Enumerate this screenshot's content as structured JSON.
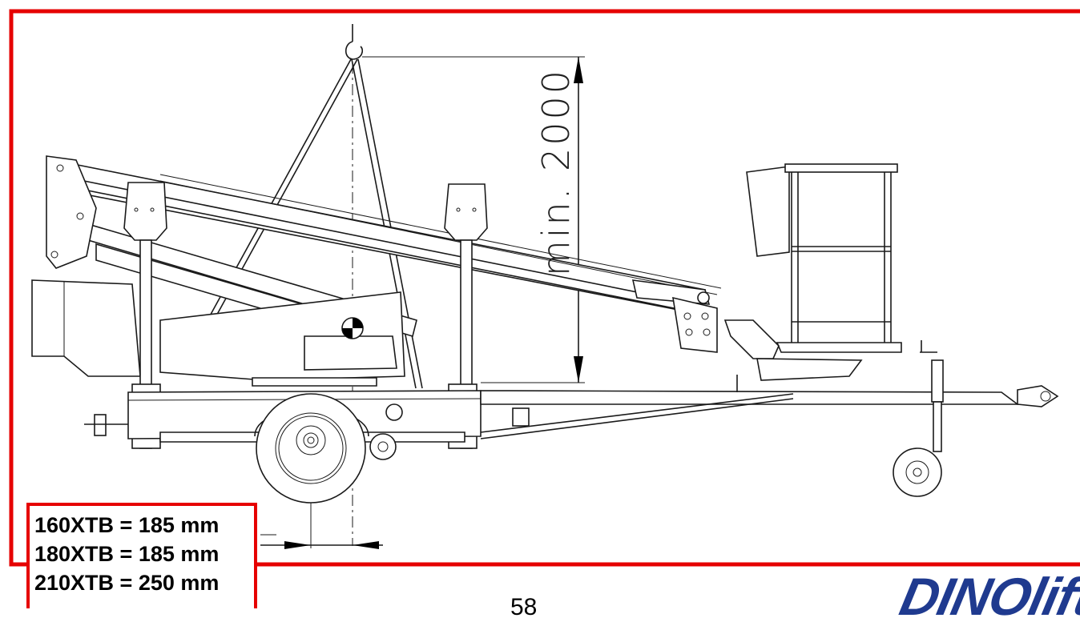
{
  "dimension": {
    "height_label": "min. 2000"
  },
  "spec_box": {
    "lines": [
      "160XTB = 185 mm",
      "180XTB = 185 mm",
      "210XTB = 250 mm"
    ]
  },
  "footer": {
    "page_number": "58",
    "logo_text": "DINOlift"
  },
  "colors": {
    "frame": "#e60000",
    "logo": "#1f3a8f",
    "line": "#1a1a1a"
  }
}
